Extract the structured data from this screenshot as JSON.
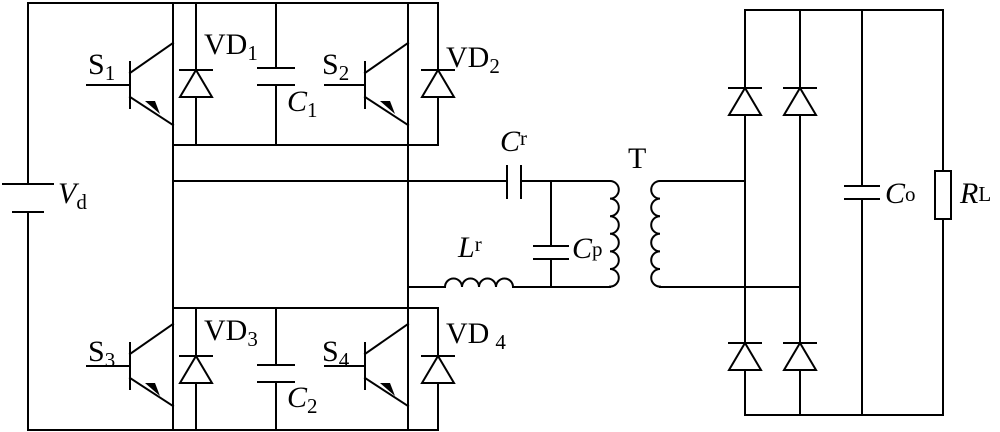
{
  "labels": {
    "s1": {
      "main": "S",
      "sub": "1"
    },
    "s2": {
      "main": "S",
      "sub": "2"
    },
    "s3": {
      "main": "S",
      "sub": "3"
    },
    "s4": {
      "main": "S",
      "sub": "4"
    },
    "vd1": {
      "main": "VD",
      "sub": "1"
    },
    "vd2": {
      "main": "VD",
      "sub": "2"
    },
    "vd3": {
      "main": "VD",
      "sub": "3"
    },
    "vd4": {
      "main": "VD",
      "sub": "4"
    },
    "c1": {
      "main": "C",
      "sub": "1"
    },
    "c2": {
      "main": "C",
      "sub": "2"
    },
    "vd": {
      "main": "V",
      "sub": "d"
    },
    "cr": {
      "main": "C",
      "sub": "r"
    },
    "lr": {
      "main": "L",
      "sub": "r"
    },
    "cp": {
      "main": "C",
      "sub": "p"
    },
    "t": {
      "main": "T"
    },
    "co": {
      "main": "C",
      "sub": "o"
    },
    "rl": {
      "main": "R",
      "sub": "L"
    }
  },
  "colors": {
    "line": "#000000",
    "background": "#ffffff"
  }
}
